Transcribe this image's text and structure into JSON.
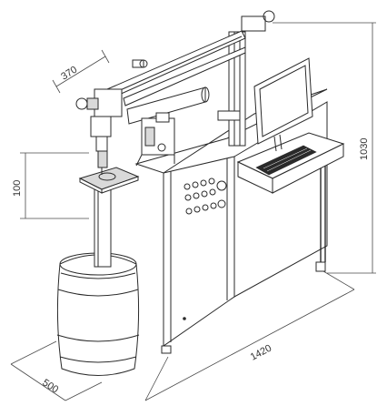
{
  "dimensions": {
    "top_width": "370",
    "left_height": "100",
    "total_height": "1030",
    "length": "1420",
    "depth": "500"
  },
  "colors": {
    "line": "#2a2a2a",
    "background": "#ffffff",
    "dimension_text": "#333333"
  }
}
